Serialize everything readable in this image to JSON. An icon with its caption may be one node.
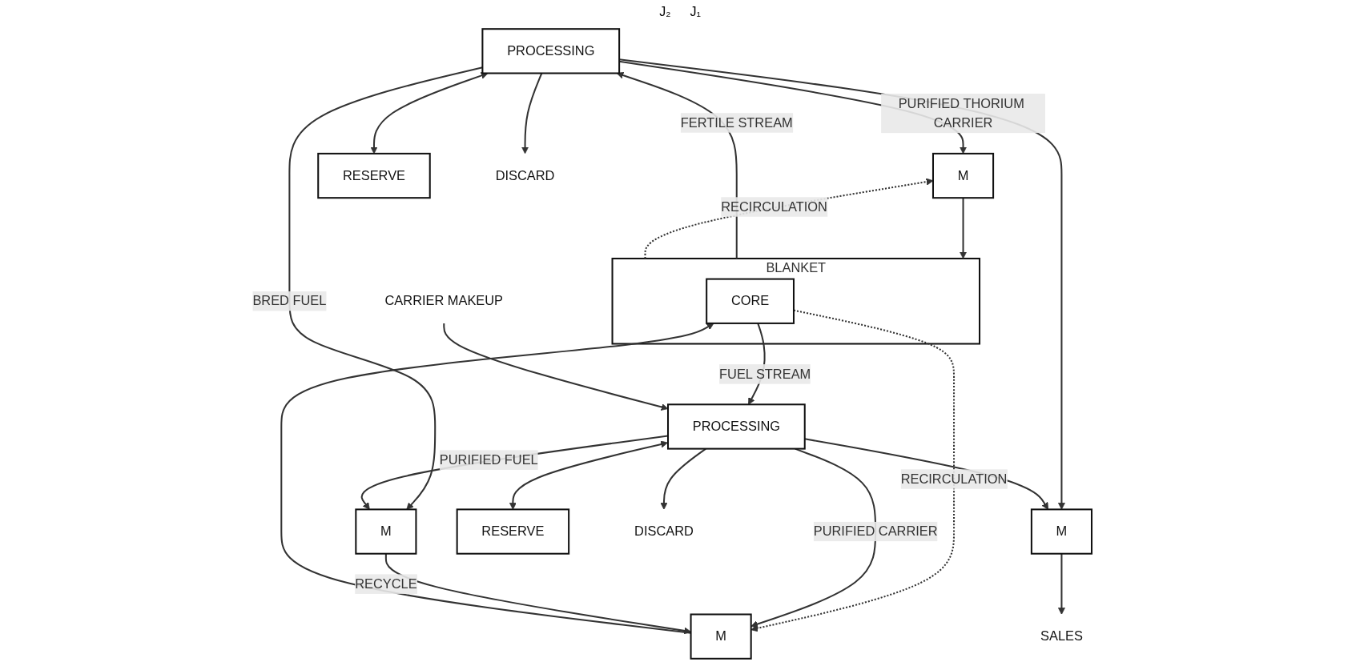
{
  "diagram": {
    "nodes": [
      {
        "text": [
          "PROCESSING"
        ]
      },
      {
        "text": [
          "BLANKET"
        ]
      },
      {
        "text": [
          "CORE"
        ],
        "in": 1
      },
      {
        "text": [
          "PROCESSING"
        ]
      },
      {
        "text": [
          "M"
        ]
      },
      {
        "text": [
          "M"
        ]
      },
      {
        "text": [
          "M"
        ]
      },
      {
        "text": [
          "M"
        ]
      },
      {
        "text": [
          "RESERVE"
        ]
      },
      {
        "text": [
          "RESERVE"
        ]
      },
      {
        "text": [
          "DISCARD"
        ]
      },
      {
        "text": [
          "DISCARD"
        ]
      },
      {
        "text": [
          "SALES"
        ]
      },
      {
        "text": [
          "CARRIER MAKEUP"
        ]
      }
    ],
    "edges": [
      {
        "from": 0,
        "to": 10,
        "arrow": "to"
      },
      {
        "from": 1,
        "to": 0,
        "arrow": "to",
        "label": "FERTILE STREAM"
      },
      {
        "from": 1,
        "to": 4,
        "arrow": "to",
        "style": "dashed",
        "label": "RECIRCULATION"
      },
      {
        "from": 0,
        "to": 4,
        "arrow": "to",
        "label": "PURIFIED THORIUM CARRIER"
      },
      {
        "from": 4,
        "to": 1,
        "arrow": "to"
      },
      {
        "from": 2,
        "to": 3,
        "arrow": "to",
        "label": "FUEL STREAM"
      },
      {
        "from": 2,
        "to": 5,
        "arrow": "to",
        "style": "dashed",
        "label": "RECIRCULATION"
      },
      {
        "from": 3,
        "to": 5,
        "arrow": "to",
        "label": "PURIFIED CARRIER"
      },
      {
        "from": 13,
        "to": 3,
        "arrow": "to"
      },
      {
        "from": 3,
        "to": 11,
        "arrow": "to"
      },
      {
        "from": 5,
        "to": 2,
        "arrow": "to"
      },
      {
        "from": 6,
        "to": 5,
        "arrow": "to",
        "label": "RECYCLE"
      },
      {
        "from": 0,
        "to": 6,
        "arrow": "to",
        "label": "BRED FUEL"
      },
      {
        "from": 3,
        "to": 6,
        "arrow": "to",
        "label": "PURIFIED FUEL"
      },
      {
        "from": 0,
        "to": 7,
        "arrow": "to"
      },
      {
        "from": 3,
        "to": 7,
        "arrow": "to"
      },
      {
        "from": 0,
        "to": 8,
        "arrow": "both"
      },
      {
        "from": 3,
        "to": 9,
        "arrow": "both"
      },
      {
        "from": 7,
        "to": 12,
        "arrow": "to"
      }
    ],
    "labels": [
      "J₂",
      "J₁"
    ]
  }
}
